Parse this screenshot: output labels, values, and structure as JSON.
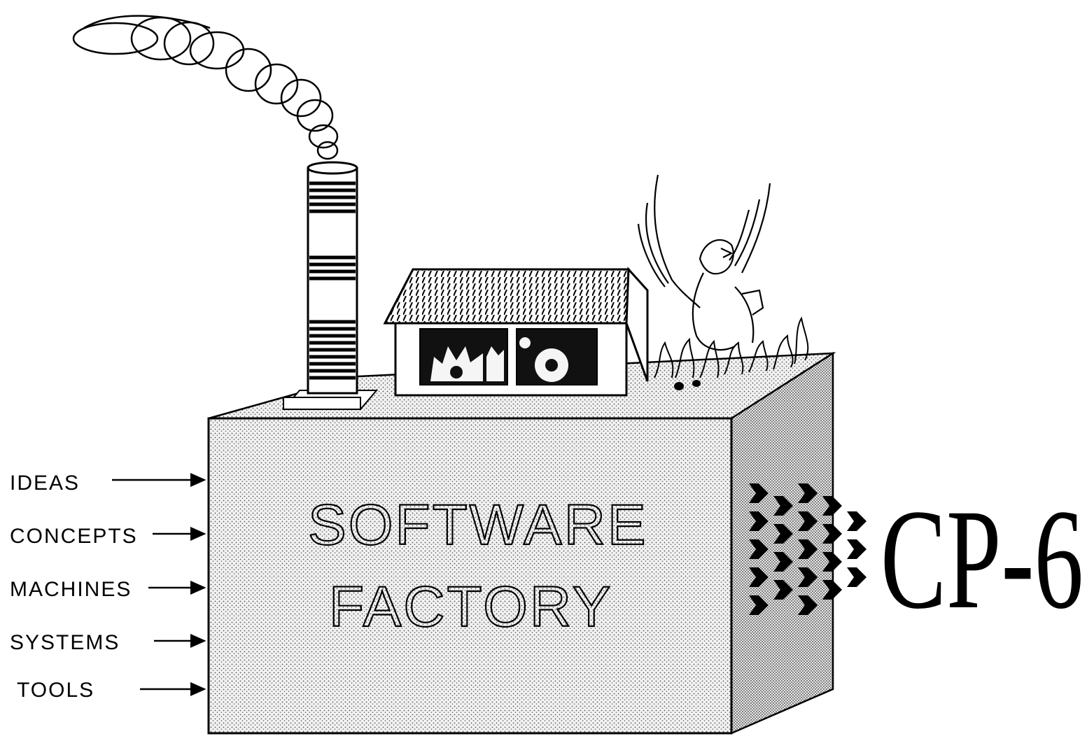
{
  "diagram": {
    "inputs": [
      "IDEAS",
      "CONCEPTS",
      "MACHINES",
      "SYSTEMS",
      "TOOLS"
    ],
    "box_title_lines": [
      "SOFTWARE",
      "FACTORY"
    ],
    "output": "CP-6",
    "illustrations": [
      "smokestack-icon",
      "workshop-icon",
      "gear-icon",
      "phoenix-icon",
      "flames-icon",
      "arrow-cluster-icon"
    ]
  }
}
